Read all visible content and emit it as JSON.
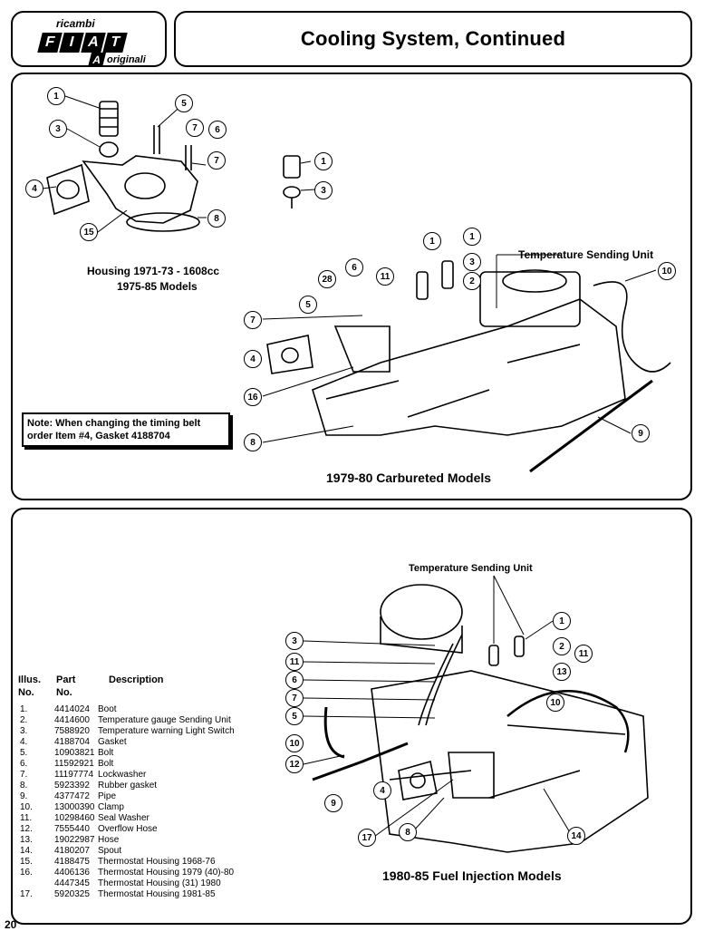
{
  "logo": {
    "ricambi": "ricambi",
    "letters": [
      "F",
      "I",
      "A",
      "T"
    ],
    "a": "A",
    "originali": "originali"
  },
  "page_title": "Cooling System, Continued",
  "panel1": {
    "housing_caption_1": "Housing 1971-73 - 1608cc",
    "housing_caption_2": "1975-85 Models",
    "sending_unit_label": "Temperature Sending Unit",
    "note_line_1": "Note: When changing the timing belt",
    "note_line_2": "order Item #4, Gasket 4188704",
    "carb_caption": "1979-80 Carbureted Models"
  },
  "panel2": {
    "sending_unit_label": "Temperature Sending Unit",
    "fi_caption": "1980-85 Fuel Injection Models"
  },
  "callouts": [
    "1",
    "5",
    "3",
    "7",
    "8",
    "4",
    "7",
    "6",
    "15",
    "1",
    "3",
    "1",
    "1",
    "3",
    "2",
    "10",
    "28",
    "6",
    "11",
    "5",
    "7",
    "4",
    "16",
    "8",
    "9",
    "3",
    "11",
    "6",
    "7",
    "5",
    "1",
    "2",
    "11",
    "13",
    "10",
    "10",
    "12",
    "9",
    "4",
    "17",
    "8",
    "14"
  ],
  "parts_table": {
    "headers": {
      "illus_1": "Illus.",
      "illus_2": "No.",
      "part_1": "Part",
      "part_2": "No.",
      "desc": "Description"
    },
    "rows": [
      {
        "no": "1.",
        "part": "4414024",
        "desc": "Boot"
      },
      {
        "no": "2.",
        "part": "4414600",
        "desc": "Temperature gauge Sending Unit"
      },
      {
        "no": "3.",
        "part": "7588920",
        "desc": "Temperature warning Light Switch"
      },
      {
        "no": "4.",
        "part": "4188704",
        "desc": "Gasket"
      },
      {
        "no": "5.",
        "part": "10903821",
        "desc": "Bolt"
      },
      {
        "no": "6.",
        "part": "11592921",
        "desc": "Bolt"
      },
      {
        "no": "7.",
        "part": "11197774",
        "desc": "Lockwasher"
      },
      {
        "no": "8.",
        "part": "5923392",
        "desc": "Rubber gasket"
      },
      {
        "no": "9.",
        "part": "4377472",
        "desc": "Pipe"
      },
      {
        "no": "10.",
        "part": "13000390",
        "desc": "Clamp"
      },
      {
        "no": "11.",
        "part": "10298460",
        "desc": "Seal Washer"
      },
      {
        "no": "12.",
        "part": "7555440",
        "desc": "Overflow Hose"
      },
      {
        "no": "13.",
        "part": "19022987",
        "desc": "Hose"
      },
      {
        "no": "14.",
        "part": "4180207",
        "desc": "Spout"
      },
      {
        "no": "15.",
        "part": "4188475",
        "desc": "Thermostat Housing 1968-76"
      },
      {
        "no": "16.",
        "part": "4406136",
        "desc": "Thermostat Housing 1979 (40)-80"
      },
      {
        "no": "",
        "part": "4447345",
        "desc": "Thermostat Housing (31) 1980"
      },
      {
        "no": "17.",
        "part": "5920325",
        "desc": "Thermostat Housing 1981-85"
      }
    ]
  },
  "page_number": "20"
}
